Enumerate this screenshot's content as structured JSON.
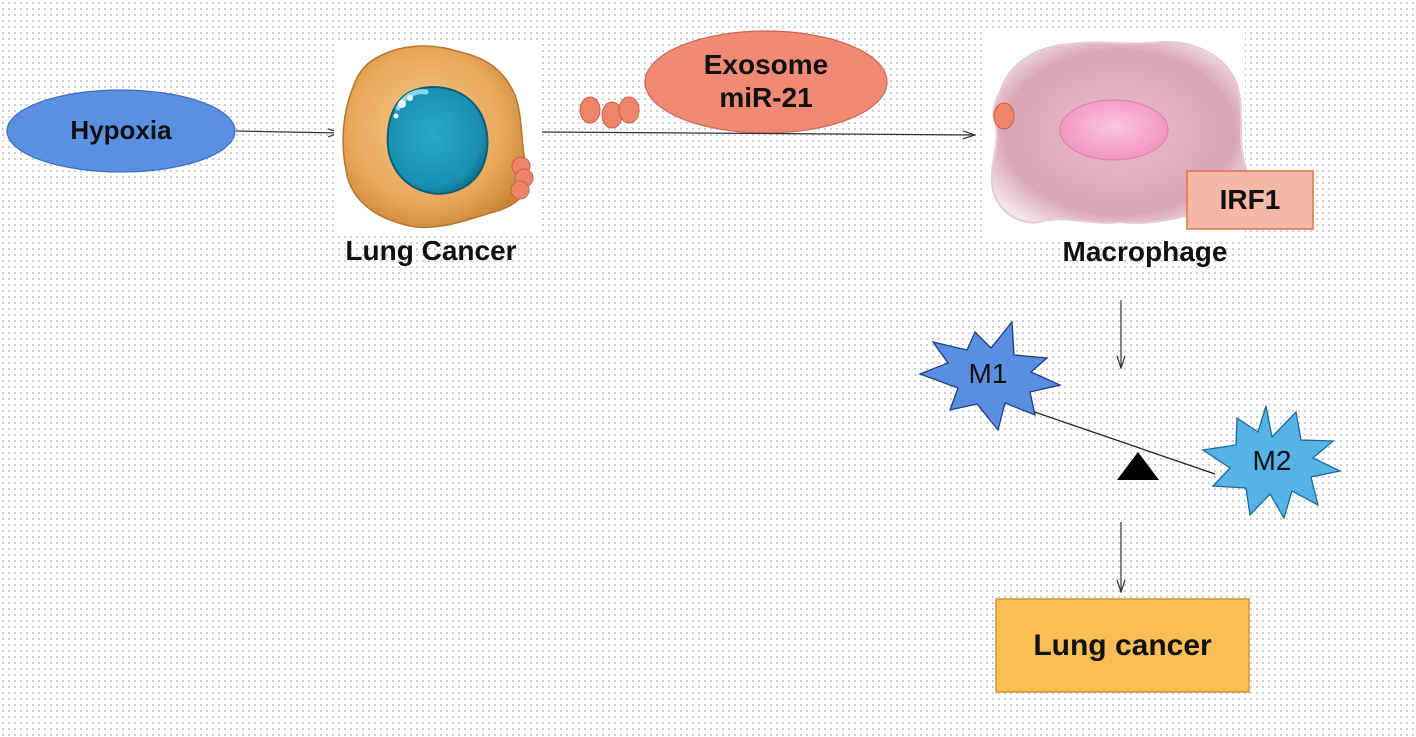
{
  "nodes": {
    "hypoxia": "Hypoxia",
    "lung_cancer_cell": "Lung Cancer",
    "exosome_line1": "Exosome",
    "exosome_line2": "miR-21",
    "macrophage": "Macrophage",
    "irf1": "IRF1",
    "m1": "M1",
    "m2": "M2",
    "lung_cancer_outcome": "Lung cancer"
  },
  "colors": {
    "hypoxia_fill": "#5b8fe0",
    "exosome_fill": "#f08a74",
    "vesicle_fill": "#ee8469",
    "irf1_fill": "#f5b7a6",
    "irf1_border": "#d9773f",
    "m1_fill": "#5a8ee0",
    "m2_fill": "#56b3e6",
    "lung_cancer_box_fill": "#fbbd55",
    "lung_cancer_box_border": "#d9923a",
    "cancer_cell_body": "#e8a85a",
    "cancer_nucleus": "#1f96b6",
    "macrophage_body": "#e9b5c6",
    "macrophage_nucleus": "#f5a3c9"
  }
}
